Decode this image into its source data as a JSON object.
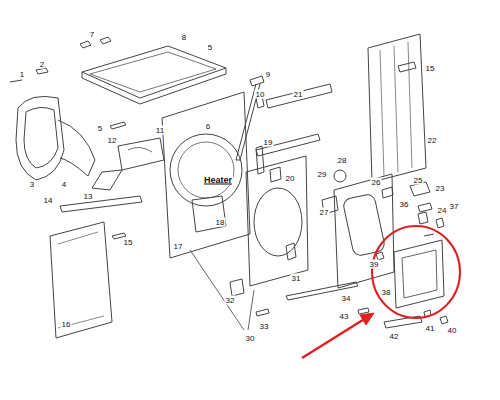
{
  "diagram": {
    "labels": [
      "7",
      "8",
      "5",
      "2",
      "1",
      "9",
      "5",
      "6",
      "10",
      "21",
      "15",
      "22",
      "12",
      "11",
      "3",
      "4",
      "13",
      "Heater",
      "19",
      "20",
      "28",
      "29",
      "26",
      "25",
      "23",
      "24",
      "14",
      "15",
      "17",
      "18",
      "27",
      "36",
      "37",
      "39",
      "31",
      "32",
      "34",
      "38",
      "30",
      "33",
      "43",
      "42",
      "41",
      "40",
      "16"
    ]
  }
}
